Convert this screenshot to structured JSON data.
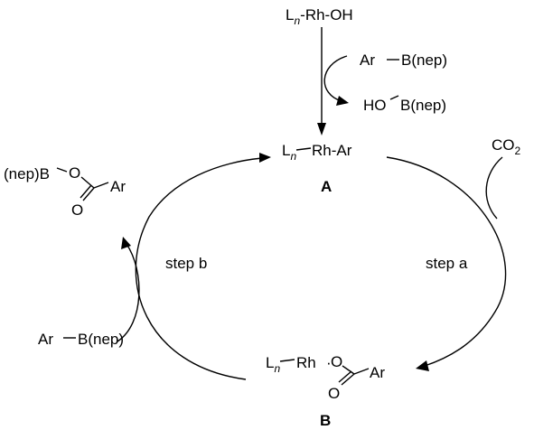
{
  "top_reagent": {
    "prefix": "L",
    "sub": "n",
    "suffix": "-Rh-OH"
  },
  "transmetalation_in": {
    "ar": "Ar",
    "boron": "B(nep)"
  },
  "transmetalation_out": {
    "ho": "HO",
    "boron": "B(nep)"
  },
  "intermediate_a": {
    "prefix": "L",
    "sub": "n",
    "mid": "Rh",
    "suffix": "-Ar",
    "label": "A"
  },
  "co2": {
    "base": "CO",
    "sub": "2"
  },
  "intermediate_b": {
    "prefix": "L",
    "sub": "n",
    "mid": "Rh",
    "o": "O",
    "ar": "Ar",
    "carbonyl_o": "O",
    "label": "B"
  },
  "product": {
    "boron": "(nep)B",
    "o": "O",
    "ar": "Ar",
    "carbonyl_o": "O"
  },
  "reagent_left": {
    "ar": "Ar",
    "boron": "B(nep)"
  },
  "steps": {
    "a": "step a",
    "b": "step b"
  },
  "colors": {
    "ink": "#000000",
    "background": "#ffffff"
  }
}
